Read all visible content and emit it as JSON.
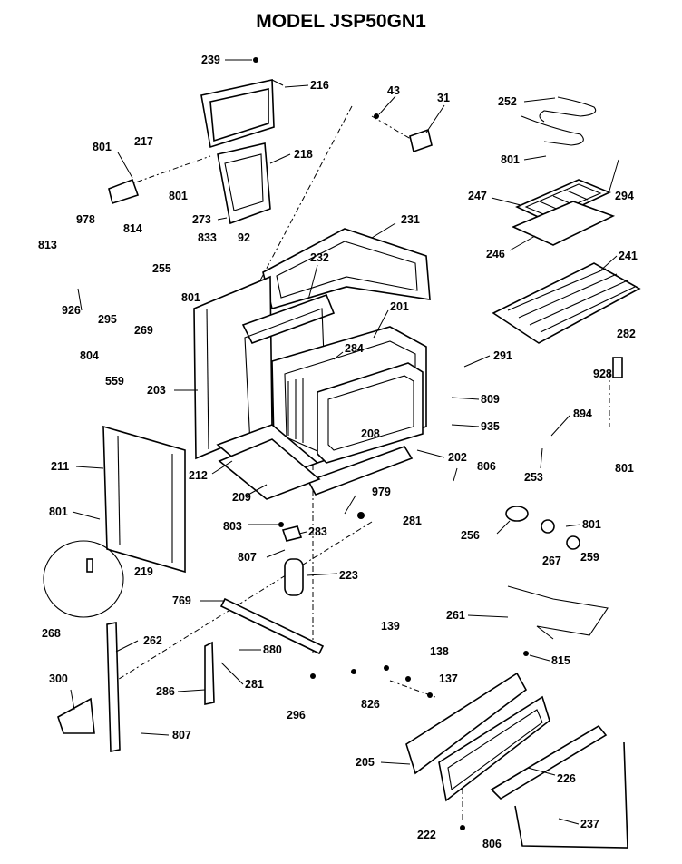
{
  "title": "MODEL JSP50GN1",
  "labels": [
    "239",
    "216",
    "43",
    "31",
    "252",
    "801",
    "217",
    "218",
    "801",
    "801",
    "294",
    "273",
    "247",
    "978",
    "814",
    "833",
    "92",
    "231",
    "246",
    "241",
    "813",
    "255",
    "232",
    "926",
    "295",
    "801",
    "201",
    "282",
    "269",
    "284",
    "291",
    "804",
    "928",
    "559",
    "203",
    "809",
    "935",
    "208",
    "894",
    "202",
    "211",
    "212",
    "806",
    "253",
    "801",
    "209",
    "979",
    "281",
    "801",
    "803",
    "283",
    "256",
    "801",
    "219",
    "807",
    "267",
    "259",
    "223",
    "268",
    "769",
    "261",
    "139",
    "262",
    "880",
    "138",
    "815",
    "137",
    "300",
    "281",
    "286",
    "296",
    "826",
    "807",
    "205",
    "226",
    "222",
    "806",
    "237"
  ]
}
